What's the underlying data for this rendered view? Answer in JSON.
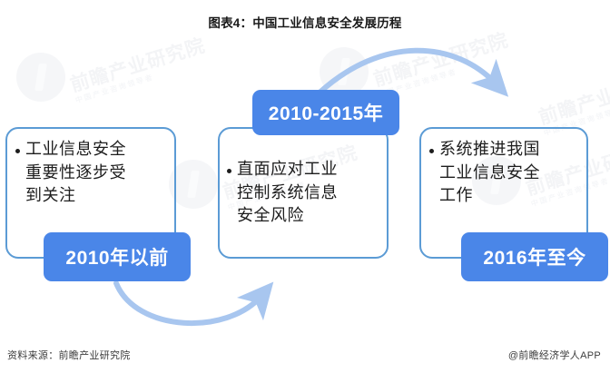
{
  "title": "图表4：中国工业信息安全发展历程",
  "phases": [
    {
      "id": "phase-1",
      "body": "工业信息安全\n重要性逐步受\n到关注",
      "period": "2010年以前"
    },
    {
      "id": "phase-2",
      "body": "直面应对工业\n控制系统信息\n安全风险",
      "period": "2010-2015年"
    },
    {
      "id": "phase-3",
      "body": "系统推进我国\n工业信息安全\n工作",
      "period": "2016年至今"
    }
  ],
  "footer": {
    "source": "资料来源：前瞻产业研究院",
    "brand": "@前瞻经济学人APP"
  },
  "watermark": {
    "main": "前瞻产业研究院",
    "sub": "中国产业咨询领导者"
  },
  "colors": {
    "accent": "#4a86e8",
    "box_border": "#5b9bd5",
    "arrow": "#a8c6ef",
    "text": "#1d1d1d",
    "background": "#ffffff"
  }
}
